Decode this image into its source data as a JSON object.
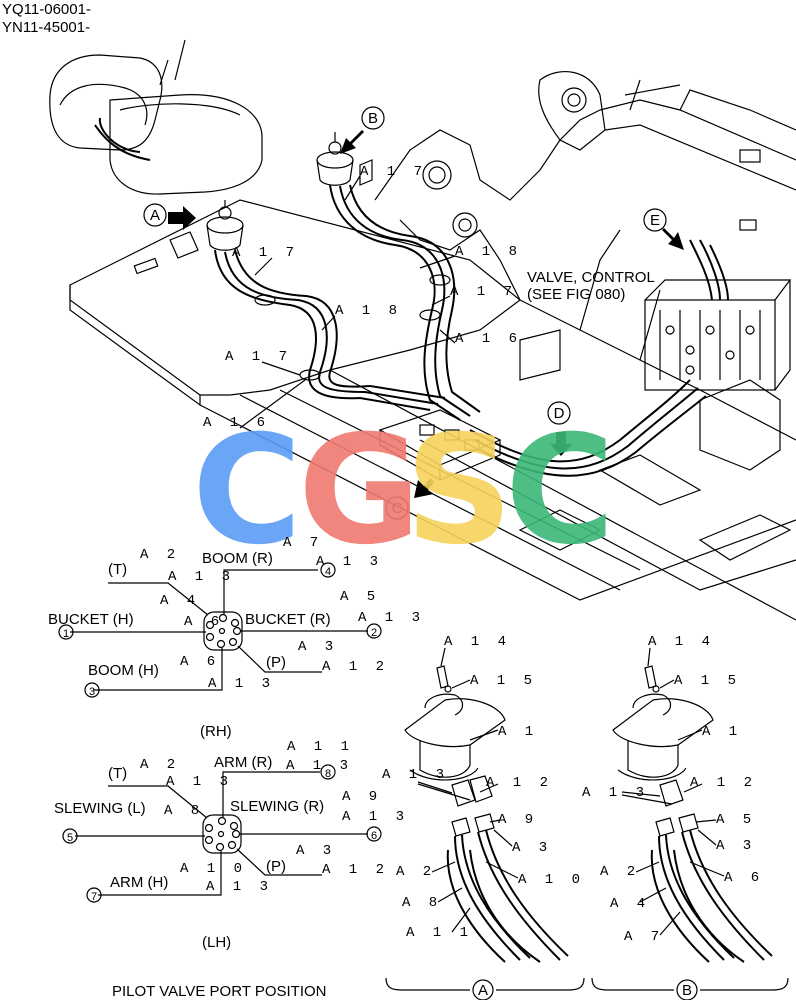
{
  "header": {
    "line1": "YQ11-06001-",
    "line2": "YN11-45001-"
  },
  "callouts": {
    "A": "A",
    "B": "B",
    "C": "C",
    "D": "D",
    "E": "E"
  },
  "valve_label": {
    "line1": "VALVE, CONTROL",
    "line2": "(SEE FIG 080)"
  },
  "parts": {
    "A1": "A 1",
    "A2": "A 2",
    "A3": "A 3",
    "A4": "A 4",
    "A5": "A 5",
    "A6": "A 6",
    "A7": "A 7",
    "A8": "A 8",
    "A9": "A 9",
    "A10": "A 1 0",
    "A11": "A 1 1",
    "A12": "A 1 2",
    "A13": "A 1 3",
    "A14": "A 1 4",
    "A15": "A 1 5",
    "A16": "A 1 6",
    "A17": "A 1 7",
    "A18": "A 1 8"
  },
  "rh": {
    "title": "(RH)",
    "boom_r": "BOOM (R)",
    "bucket_h": "BUCKET (H)",
    "bucket_r": "BUCKET (R)",
    "boom_h": "BOOM (H)",
    "t": "(T)",
    "p": "(P)",
    "n1": "1",
    "n2": "2",
    "n3": "3",
    "n4": "4"
  },
  "lh": {
    "title": "(LH)",
    "arm_r": "ARM (R)",
    "slewing_l": "SLEWING (L)",
    "slewing_r": "SLEWING (R)",
    "arm_h": "ARM (H)",
    "t": "(T)",
    "p": "(P)",
    "n5": "5",
    "n6": "6",
    "n7": "7",
    "n8": "8"
  },
  "footer": {
    "caption": "PILOT VALVE PORT POSITION",
    "a": "A",
    "b": "B"
  },
  "watermark": {
    "c1": "C",
    "g": "G",
    "s": "S",
    "c2": "C",
    "colors": {
      "blue": "#5b9cf5",
      "red": "#f07a72",
      "yellow": "#f7d35c",
      "green": "#3cb878"
    }
  }
}
